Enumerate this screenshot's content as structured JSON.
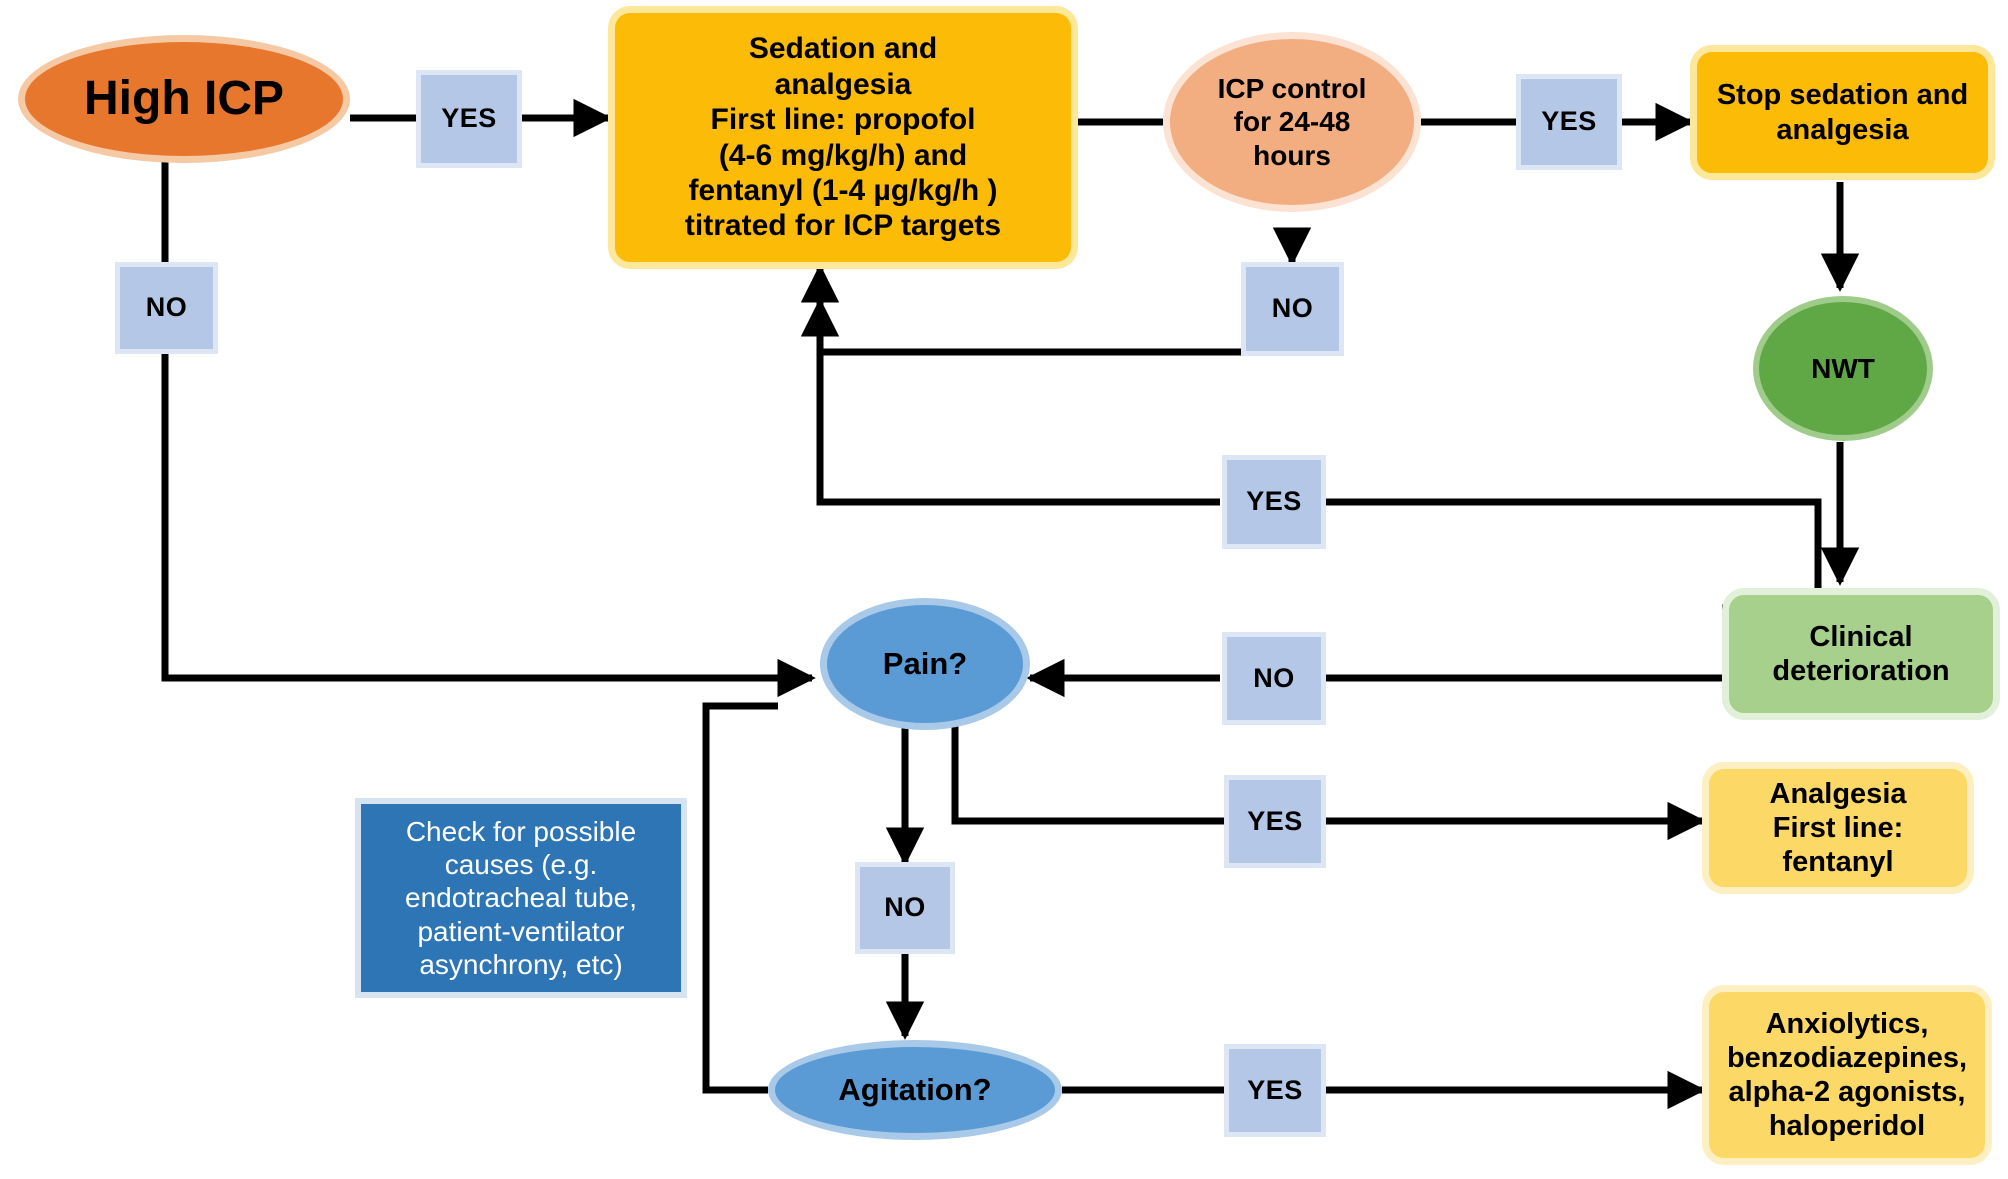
{
  "diagram": {
    "title": "ICP sedation and analgesia management algorithm",
    "colors": {
      "orange": "#E8772E",
      "peach": "#F2AE81",
      "amber": "#FBBB07",
      "light_amber": "#FCD966",
      "green": "#5FA845",
      "light_green": "#A8D08D",
      "blue": "#5B9BD5",
      "dark_blue": "#2E75B6",
      "tag_blue": "#B4C7E7",
      "edge": "#000000"
    },
    "nodes": {
      "high_icp": "High ICP",
      "sedation": "Sedation and analgesia\nFirst line: propofol\n(4-6 mg/kg/h) and\nfentanyl (1-4 µg/kg/h )\ntitrated for ICP targets",
      "sedation_lines": [
        "Sedation and",
        "analgesia",
        "First line: propofol",
        "(4-6 mg/kg/h) and",
        "fentanyl (1-4 µg/kg/h )",
        "titrated for ICP targets"
      ],
      "icp_control_lines": [
        "ICP control",
        "for 24-48",
        "hours"
      ],
      "stop_sedation_lines": [
        "Stop sedation and",
        "analgesia"
      ],
      "nwt": "NWT",
      "clinical_deterioration_lines": [
        "Clinical",
        "deterioration"
      ],
      "pain": "Pain?",
      "agitation": "Agitation?",
      "analgesia_lines": [
        "Analgesia",
        "First line:",
        "fentanyl"
      ],
      "anxiolytics_lines": [
        "Anxiolytics,",
        "benzodiazepines,",
        "alpha-2 agonists,",
        "haloperidol"
      ],
      "check_causes_lines": [
        "Check for possible",
        "causes (e.g.",
        "endotracheal tube,",
        "patient-ventilator",
        "asynchrony, etc)"
      ]
    },
    "tags": {
      "yes_high_icp": "YES",
      "no_high_icp": "NO",
      "yes_icp_control": "YES",
      "no_icp_control": "NO",
      "yes_clinical": "YES",
      "no_clinical": "NO",
      "yes_pain": "YES",
      "no_pain": "NO",
      "yes_agitation": "YES"
    }
  }
}
